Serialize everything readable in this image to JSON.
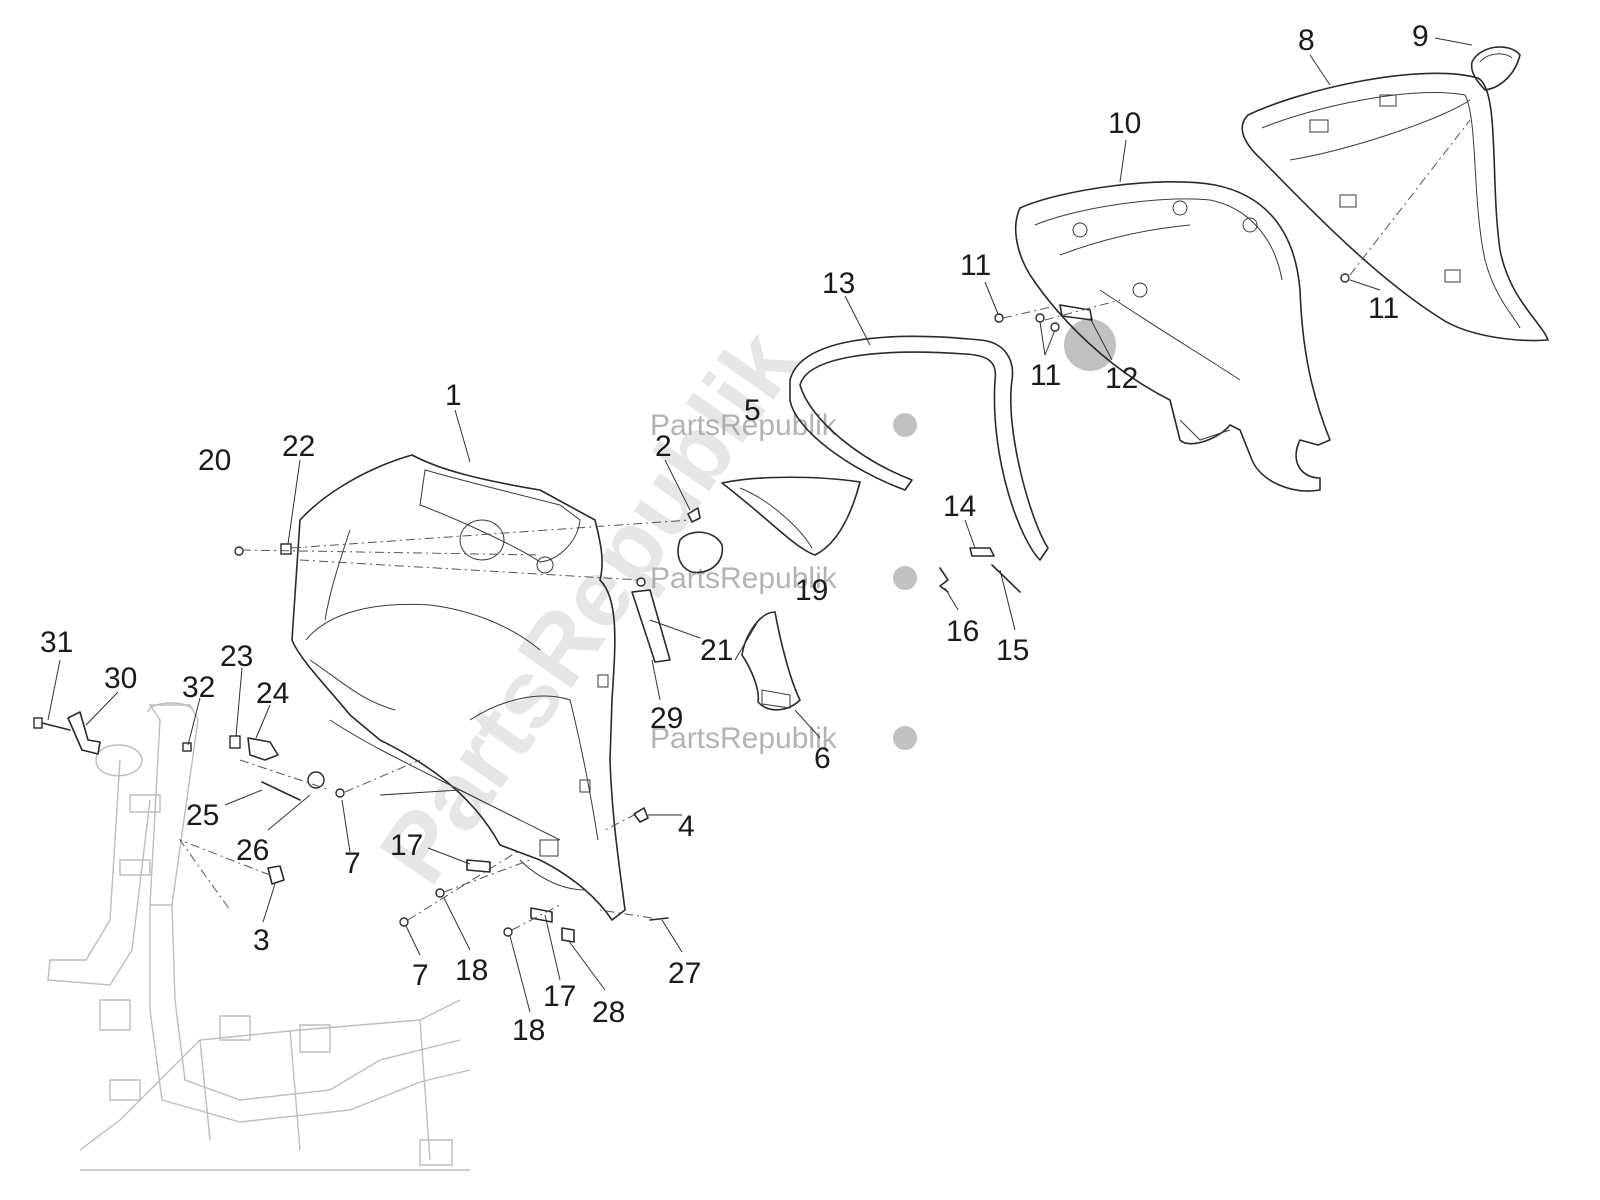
{
  "watermark": {
    "brand": "PartsRepublik",
    "diagonal": "PartsRepublik"
  },
  "parts": [
    {
      "id": "p1",
      "label": "1"
    },
    {
      "id": "p2",
      "label": "2"
    },
    {
      "id": "p3",
      "label": "3"
    },
    {
      "id": "p4",
      "label": "4"
    },
    {
      "id": "p5",
      "label": "5"
    },
    {
      "id": "p6",
      "label": "6"
    },
    {
      "id": "p7a",
      "label": "7"
    },
    {
      "id": "p7b",
      "label": "7"
    },
    {
      "id": "p8",
      "label": "8"
    },
    {
      "id": "p9",
      "label": "9"
    },
    {
      "id": "p10",
      "label": "10"
    },
    {
      "id": "p11a",
      "label": "11"
    },
    {
      "id": "p11b",
      "label": "11"
    },
    {
      "id": "p11c",
      "label": "11"
    },
    {
      "id": "p12",
      "label": "12"
    },
    {
      "id": "p13",
      "label": "13"
    },
    {
      "id": "p14",
      "label": "14"
    },
    {
      "id": "p15",
      "label": "15"
    },
    {
      "id": "p16",
      "label": "16"
    },
    {
      "id": "p17a",
      "label": "17"
    },
    {
      "id": "p17b",
      "label": "17"
    },
    {
      "id": "p18a",
      "label": "18"
    },
    {
      "id": "p18b",
      "label": "18"
    },
    {
      "id": "p19",
      "label": "19"
    },
    {
      "id": "p20",
      "label": "20"
    },
    {
      "id": "p21",
      "label": "21"
    },
    {
      "id": "p22",
      "label": "22"
    },
    {
      "id": "p23",
      "label": "23"
    },
    {
      "id": "p24",
      "label": "24"
    },
    {
      "id": "p25",
      "label": "25"
    },
    {
      "id": "p26",
      "label": "26"
    },
    {
      "id": "p27",
      "label": "27"
    },
    {
      "id": "p28",
      "label": "28"
    },
    {
      "id": "p29",
      "label": "29"
    },
    {
      "id": "p30",
      "label": "30"
    },
    {
      "id": "p31",
      "label": "31"
    },
    {
      "id": "p32",
      "label": "32"
    }
  ]
}
